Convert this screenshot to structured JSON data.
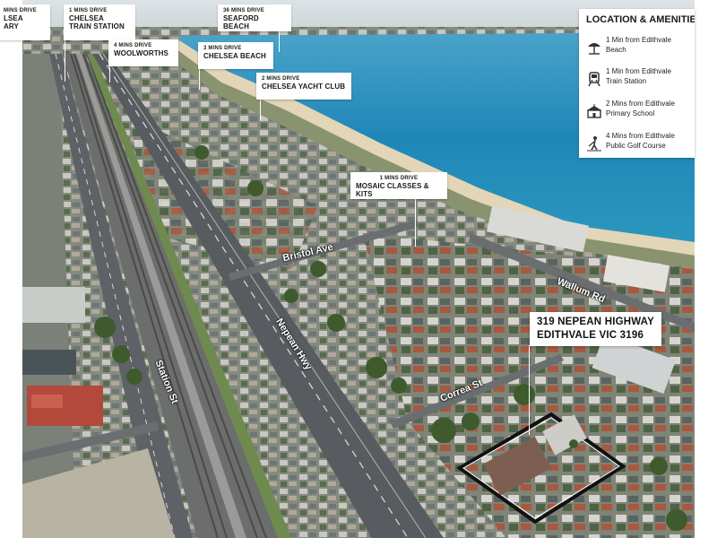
{
  "callouts": [
    {
      "name": "chelsea-library",
      "line1": "MINS DRIVE",
      "line2": "LSEA\nARY"
    },
    {
      "name": "chelsea-train-station",
      "line1": "1 MINS DRIVE",
      "line2": "CHELSEA\nTRAIN STATION"
    },
    {
      "name": "seaford-beach",
      "line1": "36 MINS DRIVE",
      "line2": "SEAFORD BEACH"
    },
    {
      "name": "woolworths",
      "line1": "4 MINS DRIVE",
      "line2": "WOOLWORTHS"
    },
    {
      "name": "chelsea-beach",
      "line1": "3 MINS DRIVE",
      "line2": "CHELSEA BEACH"
    },
    {
      "name": "chelsea-yacht-club",
      "line1": "2 MINS DRIVE",
      "line2": "CHELSEA YACHT CLUB"
    },
    {
      "name": "mosaic-classes",
      "line1": "1 MINS DRIVE",
      "line2": "MOSAIC CLASSES & KITS"
    }
  ],
  "streets": {
    "bristol": "Bristol Ave",
    "wallum": "Wallum Rd",
    "nepean": "Nepean Hwy",
    "station": "Station St",
    "correa": "Correa St"
  },
  "address": {
    "line1": "319 NEPEAN HIGHWAY",
    "line2": "EDITHVALE VIC 3196"
  },
  "legend": {
    "title": "LOCATION & AMENITIES",
    "items": [
      {
        "icon": "beach-umbrella-icon",
        "text": "1 Min from Edithvale\nBeach"
      },
      {
        "icon": "train-icon",
        "text": "1 Min from Edithvale\nTrain Station"
      },
      {
        "icon": "school-icon",
        "text": "2 Mins from Edithvale\nPrimary School"
      },
      {
        "icon": "golfer-icon",
        "text": "4 Mins from Edithvale\nPublic Golf Course"
      }
    ]
  },
  "colors": {
    "sea": "#1f87b8",
    "sand": "#e8d9bd",
    "land": "#8f9488",
    "road": "#5b5f63",
    "property_outline": "#111111"
  }
}
